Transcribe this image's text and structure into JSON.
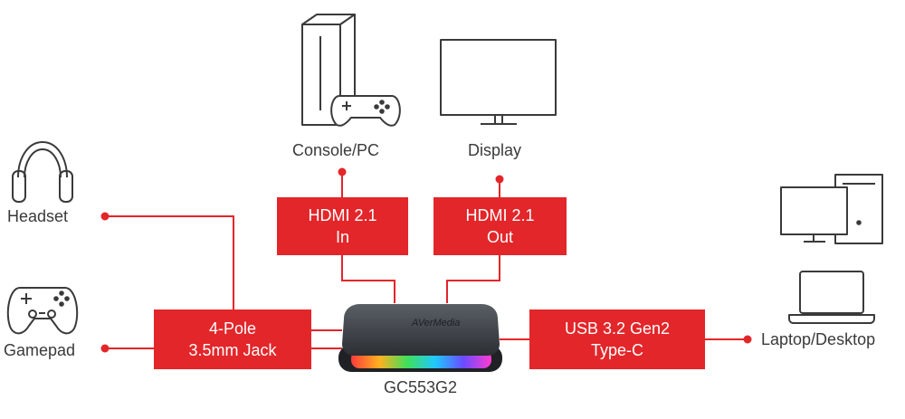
{
  "colors": {
    "accent": "#e3262a",
    "line": "#e3262a",
    "icon": "#3a3a3a",
    "device_body": "#3b3f44"
  },
  "labels": {
    "console": "Console/PC",
    "display": "Display",
    "headset": "Headset",
    "gamepad": "Gamepad",
    "laptop_desktop": "Laptop/Desktop",
    "device": "GC553G2"
  },
  "boxes": {
    "hdmi_in": {
      "line1": "HDMI 2.1",
      "line2": "In"
    },
    "hdmi_out": {
      "line1": "HDMI 2.1",
      "line2": "Out"
    },
    "jack": {
      "line1": "4-Pole",
      "line2": "3.5mm Jack"
    },
    "usb": {
      "line1": "USB 3.2 Gen2",
      "line2": "Type-C"
    }
  },
  "device_logo": "AVerMedia",
  "icons": [
    "console-pc-icon",
    "gamepad-icon",
    "monitor-icon",
    "headset-icon",
    "desktop-pc-icon",
    "laptop-icon",
    "capture-device-icon"
  ]
}
